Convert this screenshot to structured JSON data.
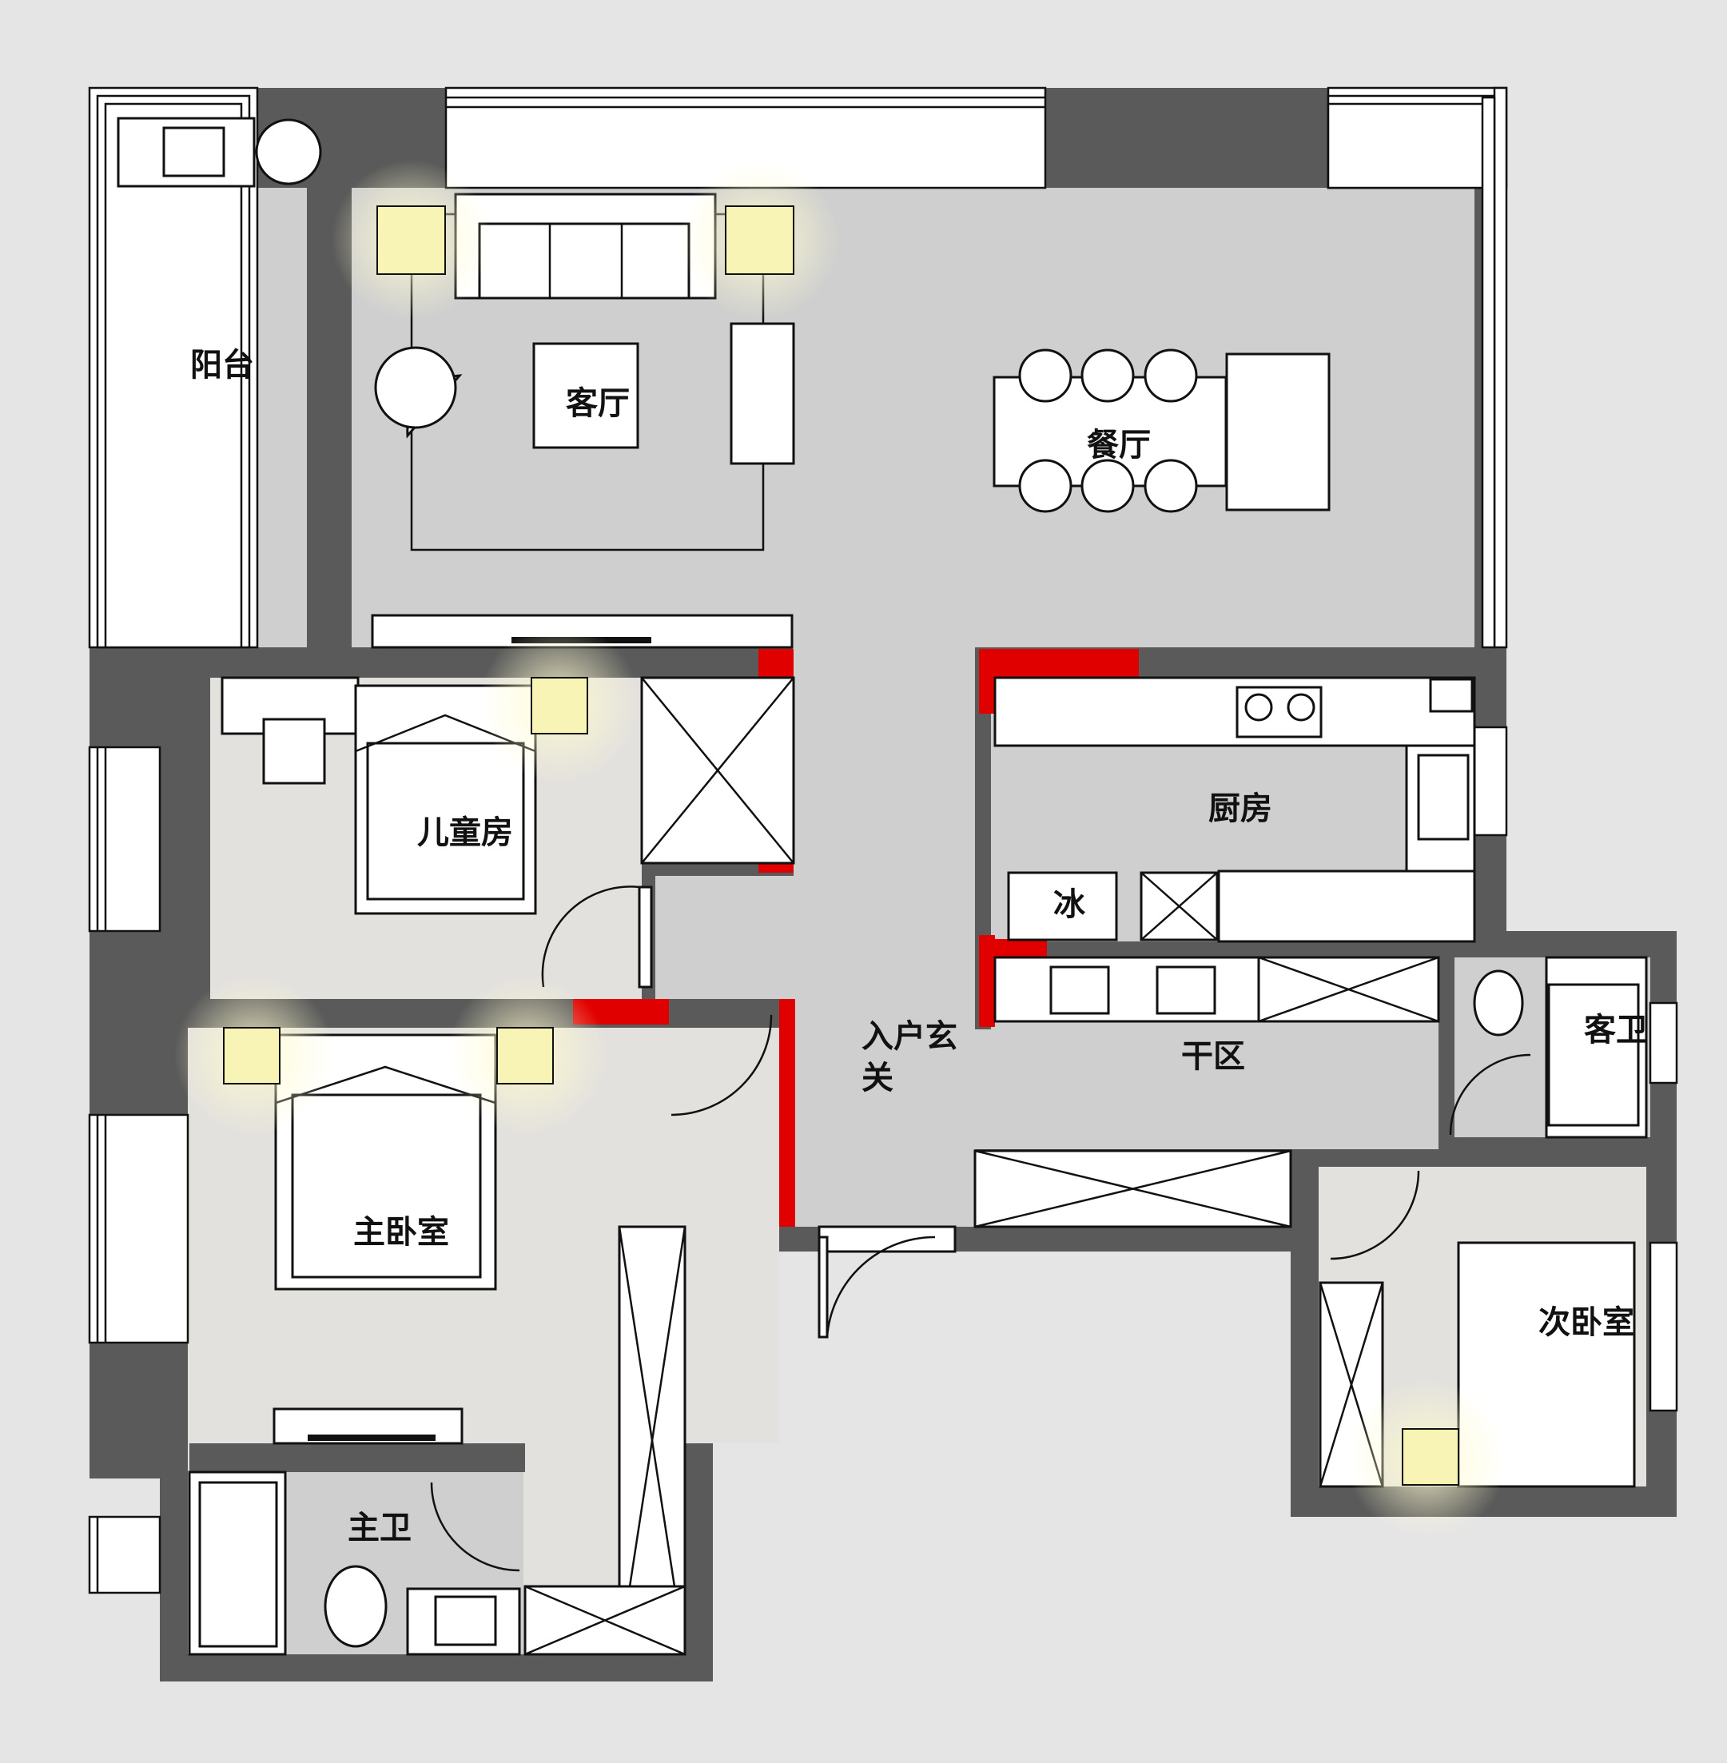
{
  "rooms": {
    "balcony": "阳台",
    "living_room": "客厅",
    "dining_room": "餐厅",
    "kids_room": "儿童房",
    "kitchen": "厨房",
    "fridge": "冰",
    "entrance_line1": "入户玄",
    "entrance_line2": "关",
    "dry_area": "干区",
    "guest_bath": "客卫",
    "master_bedroom": "主卧室",
    "second_bedroom": "次卧室",
    "master_bath": "主卫"
  },
  "colors": {
    "background": "#e6e5e6",
    "floor": "#cfcfcf",
    "bedroom_floor": "#e3e1dd",
    "wall": "#5a5a5a",
    "accent_wall": "#e00000",
    "lamp_glow": "#f5f3b0"
  }
}
